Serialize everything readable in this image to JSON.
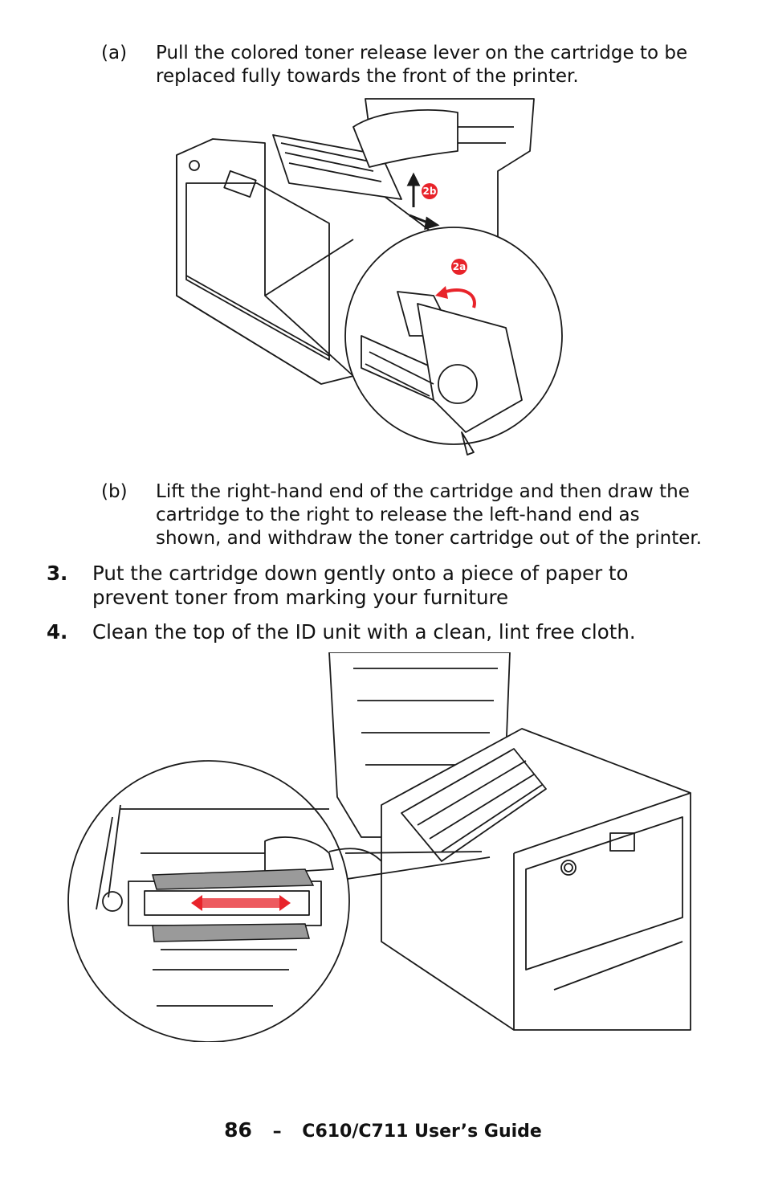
{
  "steps": {
    "a": {
      "label": "(a)",
      "line1": "Pull the colored toner release lever on the cartridge to be",
      "line2": "replaced fully towards the front of the printer."
    },
    "b": {
      "label": "(b)",
      "line1": "Lift the right-hand end of the cartridge and then draw the",
      "line2": "cartridge to the right to release the left-hand end as",
      "line3": "shown, and withdraw the toner cartridge out of the printer."
    },
    "s3": {
      "num": "3.",
      "line1": "Put the cartridge down gently onto a piece of paper to",
      "line2": "prevent toner from marking your furniture"
    },
    "s4": {
      "num": "4.",
      "line1": "Clean the top of the ID unit with a clean, lint free cloth."
    }
  },
  "figure1": {
    "callout_2a": "2a",
    "callout_2b": "2b"
  },
  "footer": {
    "page": "86",
    "separator": "–",
    "title": "C610/C711 User’s Guide"
  },
  "colors": {
    "callout": "#e8232a",
    "line": "#1a1a1a"
  }
}
